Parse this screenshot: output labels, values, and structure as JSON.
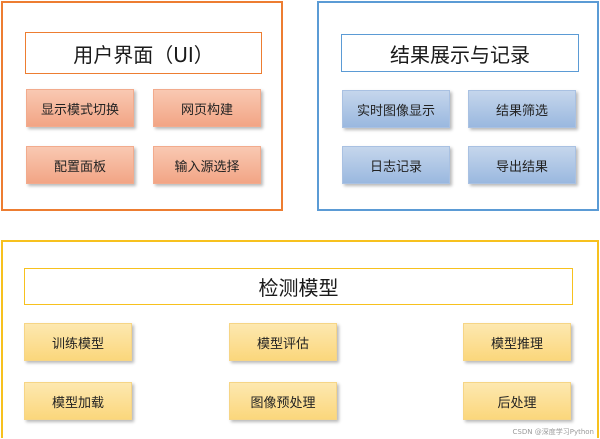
{
  "colors": {
    "ui_panel_border": "#ed7d31",
    "result_panel_border": "#5b9bd5",
    "model_panel_border": "#f7c11e"
  },
  "ui_panel": {
    "title": "用户界面（UI）",
    "items": [
      "显示模式切换",
      "网页构建",
      "配置面板",
      "输入源选择"
    ]
  },
  "result_panel": {
    "title": "结果展示与记录",
    "items": [
      "实时图像显示",
      "结果筛选",
      "日志记录",
      "导出结果"
    ]
  },
  "model_panel": {
    "title": "检测模型",
    "items": [
      "训练模型",
      "模型评估",
      "模型推理",
      "模型加载",
      "图像预处理",
      "后处理"
    ]
  },
  "watermark": "CSDN @深度学习Python"
}
